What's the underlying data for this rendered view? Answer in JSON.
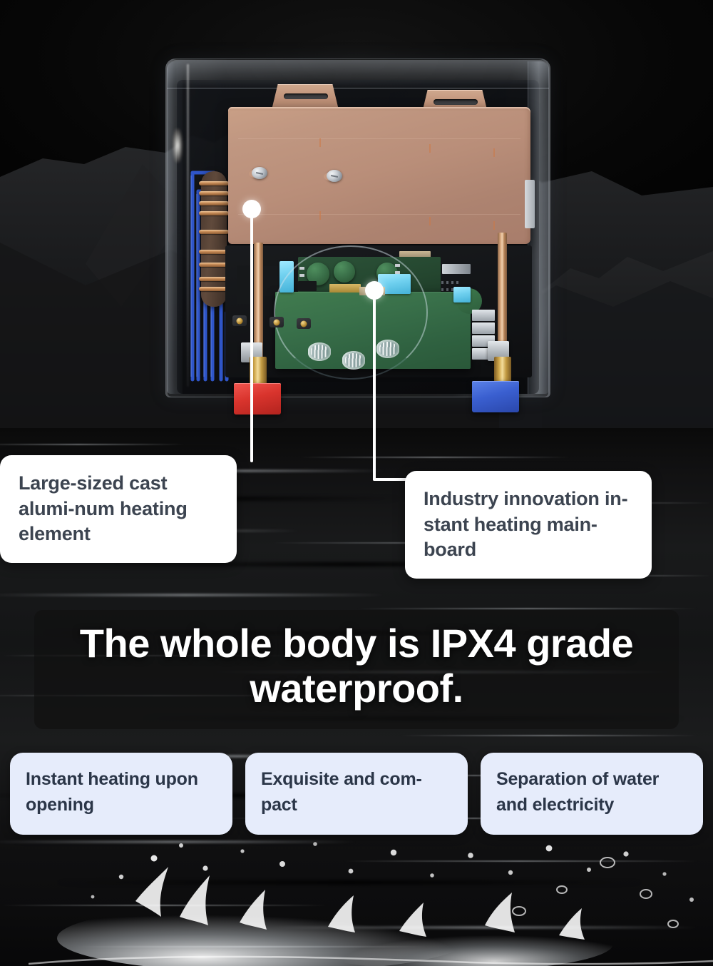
{
  "headline": {
    "text": "The whole body is IPX4 grade waterproof."
  },
  "callouts": [
    {
      "id": "heating-element",
      "label": "Large-sized cast alumi-num heating element",
      "dot_label": "callout-dot-heating-element"
    },
    {
      "id": "mainboard",
      "label": "Industry innovation in-stant heating main-board",
      "dot_label": "callout-dot-mainboard"
    }
  ],
  "features": [
    {
      "id": "instant-heating",
      "label": "Instant heating upon opening"
    },
    {
      "id": "compact",
      "label": "Exquisite and com-pact"
    },
    {
      "id": "water-electricity-separation",
      "label": "Separation of water and electricity"
    }
  ],
  "product": {
    "name": "transparent instant water heater cutaway",
    "ports": [
      {
        "id": "hot-water-outlet",
        "color": "#d9342d"
      },
      {
        "id": "cold-water-inlet",
        "color": "#3a5fd0"
      }
    ],
    "components": [
      {
        "id": "cast-aluminum-heating-element",
        "color": "#b98e79"
      },
      {
        "id": "pcb-mainboard",
        "color": "#39704a"
      },
      {
        "id": "wiring-harness",
        "color": "#2f55c8"
      },
      {
        "id": "copper-coil",
        "color": "#c68a55"
      }
    ]
  },
  "theme": {
    "pill_background": "#e6ecfb",
    "pill_text": "#2b3648",
    "callout_background": "#ffffff",
    "callout_text": "#3c4450",
    "headline_text": "#ffffff",
    "headline_band": "rgba(16,16,17,0.72)",
    "page_background": "#050505"
  }
}
